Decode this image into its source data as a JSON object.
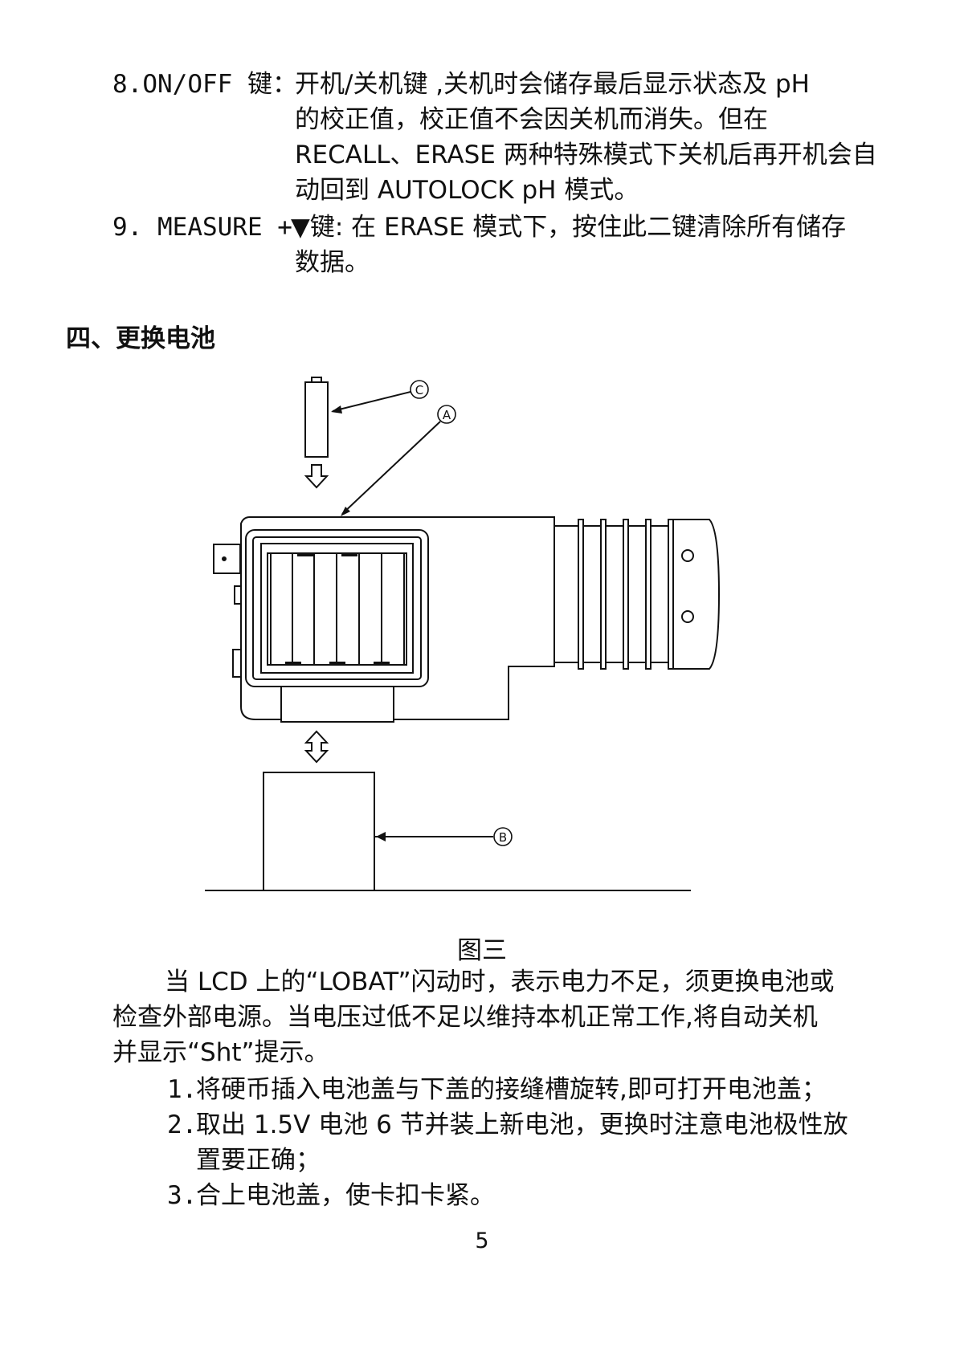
{
  "keys": {
    "item8": {
      "label": "8.ON/OFF 键：",
      "lines": [
        "开机/关机键 ,关机时会储存最后显示状态及 pH",
        "的校正值，校正值不会因关机而消失。但在",
        "RECALL、ERASE 两种特殊模式下关机后再开机会自",
        "动回到 AUTOLOCK pH 模式。"
      ]
    },
    "item9": {
      "label": "9. MEASURE +",
      "lines": [
        "▼键: 在 ERASE 模式下，按住此二键清除所有储存",
        "数据。"
      ]
    }
  },
  "section": {
    "heading": "四、更换电池",
    "figure": {
      "callouts": {
        "a": "A",
        "b": "B",
        "c": "C"
      },
      "caption": "图三"
    },
    "intro_lines": [
      "当 LCD 上的“LOBAT”闪动时，表示电力不足，须更换电池或",
      "检查外部电源。当电压过低不足以维持本机正常工作,将自动关机",
      "并显示“Sht”提示。"
    ],
    "steps": [
      {
        "num": "1.",
        "lines": [
          "将硬币插入电池盖与下盖的接缝槽旋转,即可打开电池盖；"
        ]
      },
      {
        "num": "2.",
        "lines": [
          "取出 1.5V 电池 6 节并装上新电池，更换时注意电池极性放",
          "置要正确；"
        ]
      },
      {
        "num": "3.",
        "lines": [
          "合上电池盖，使卡扣卡紧。"
        ]
      }
    ]
  },
  "page_number": "5"
}
